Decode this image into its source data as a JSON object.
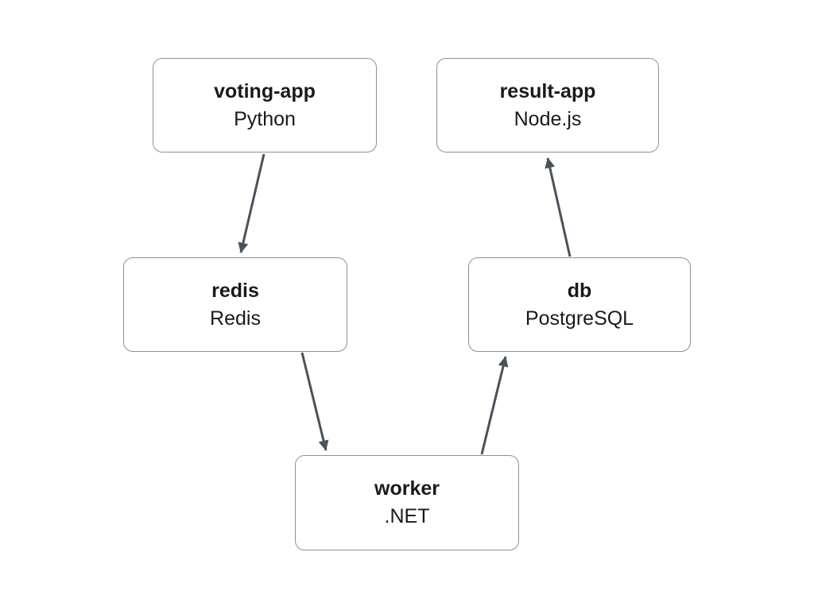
{
  "diagram": {
    "kind": "architecture-diagram",
    "background": "#ffffff"
  },
  "nodes": [
    {
      "id": "voting-app",
      "name": "voting-app",
      "tech": "Python"
    },
    {
      "id": "result-app",
      "name": "result-app",
      "tech": "Node.js"
    },
    {
      "id": "redis",
      "name": "redis",
      "tech": "Redis"
    },
    {
      "id": "db",
      "name": "db",
      "tech": "PostgreSQL"
    },
    {
      "id": "worker",
      "name": "worker",
      "tech": ".NET"
    }
  ],
  "edges": [
    {
      "from": "voting-app",
      "to": "redis"
    },
    {
      "from": "redis",
      "to": "worker"
    },
    {
      "from": "worker",
      "to": "db"
    },
    {
      "from": "db",
      "to": "result-app"
    }
  ],
  "colors": {
    "box_border": "#8c9196",
    "box_fill": "#ffffff",
    "arrow": "#4a525b",
    "text": "#1a1a1a",
    "background": "#ffffff"
  }
}
